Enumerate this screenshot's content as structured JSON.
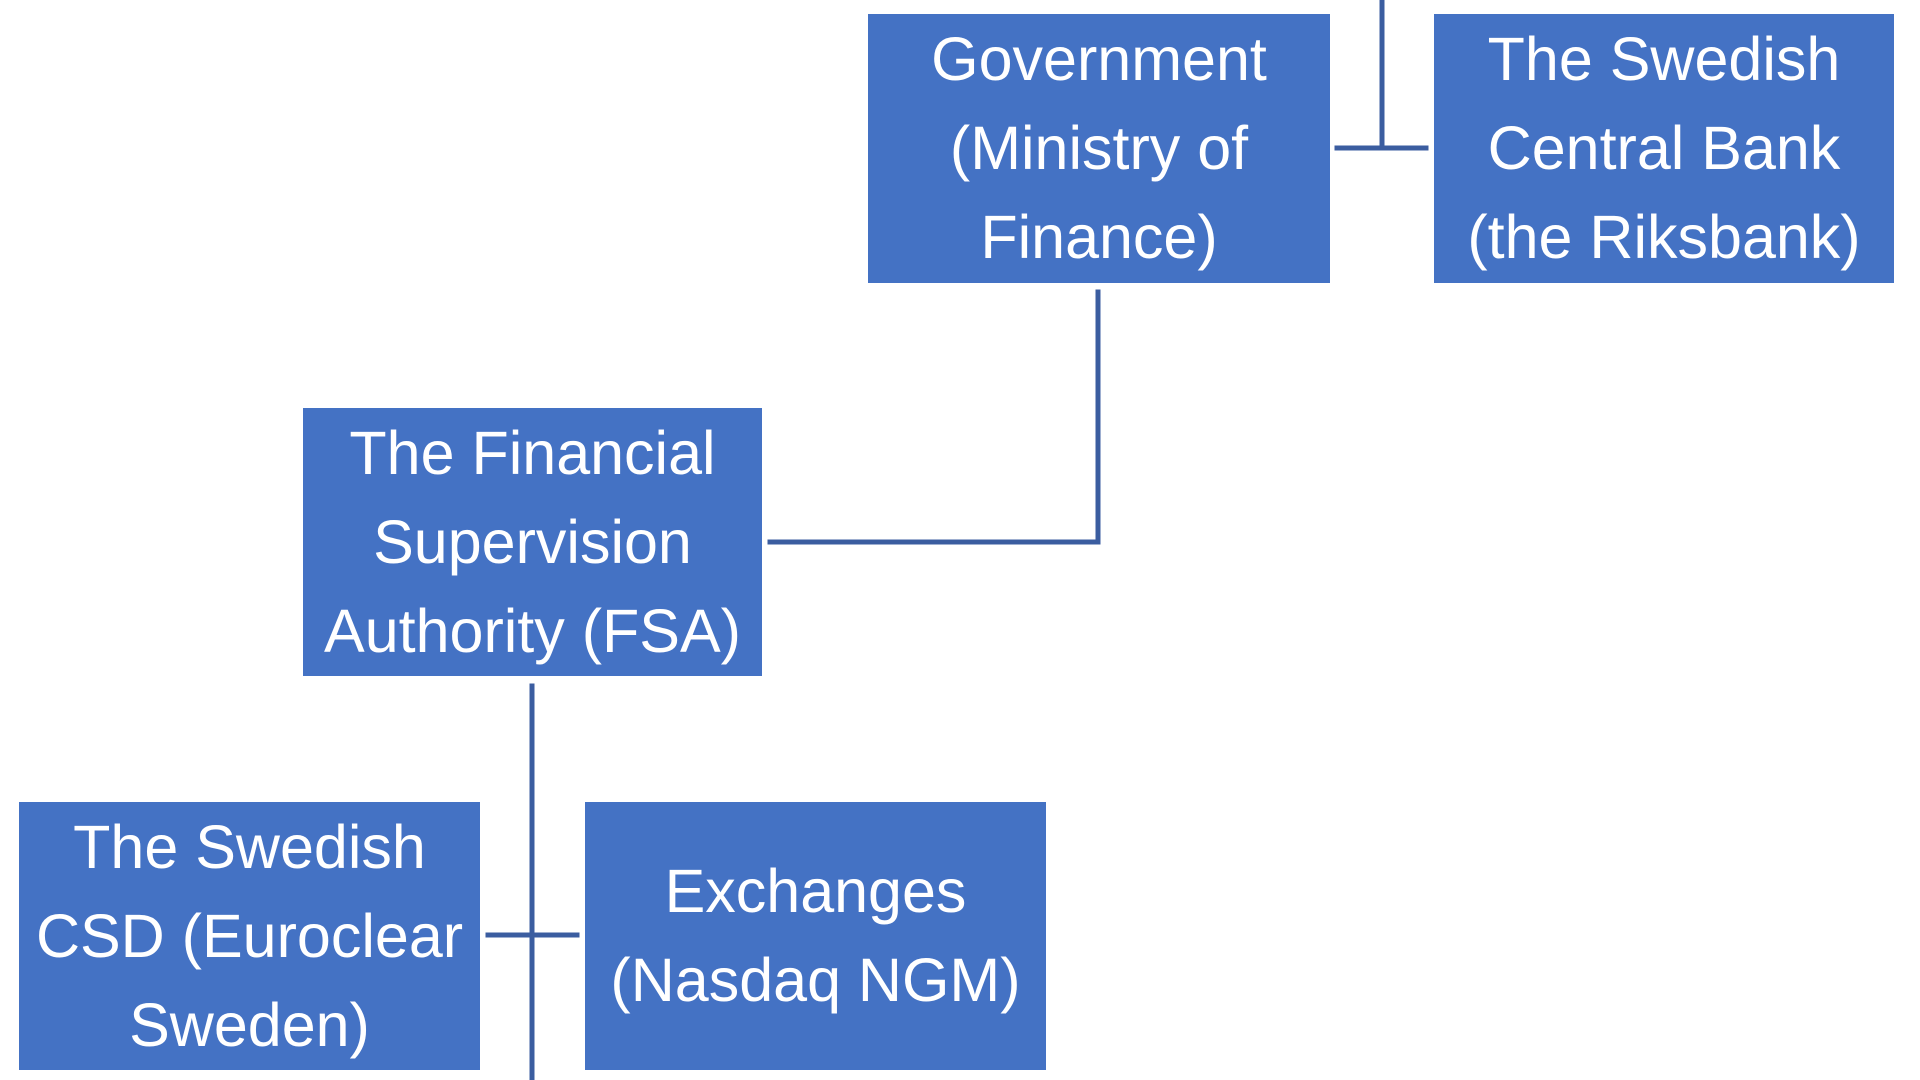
{
  "diagram": {
    "colors": {
      "box_fill": "#4472C4",
      "box_text": "#FFFFFF",
      "connector": "#3B5DA0",
      "background": "#FFFFFF"
    },
    "nodes": {
      "government": {
        "lines": [
          "Government",
          "(Ministry of",
          "Finance)"
        ]
      },
      "riksbank": {
        "lines": [
          "The Swedish",
          "Central Bank",
          "(the Riksbank)"
        ]
      },
      "fsa": {
        "lines": [
          "The Financial",
          "Supervision",
          "Authority (FSA)"
        ]
      },
      "csd": {
        "lines": [
          "The Swedish",
          "CSD (Euroclear",
          "Sweden)"
        ]
      },
      "exchanges": {
        "lines": [
          "Exchanges",
          "(Nasdaq NGM)"
        ]
      }
    },
    "edges": [
      {
        "from": "government",
        "to": "riksbank"
      },
      {
        "from": "government",
        "to": "fsa"
      },
      {
        "from": "fsa",
        "to": "csd"
      },
      {
        "from": "fsa",
        "to": "exchanges"
      }
    ]
  }
}
